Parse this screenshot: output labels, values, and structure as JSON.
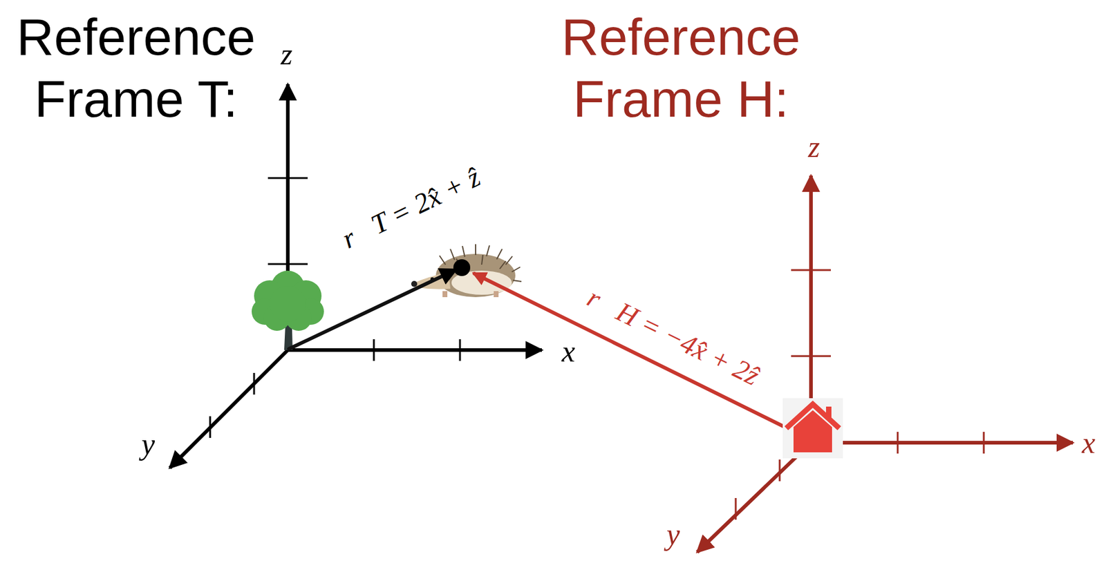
{
  "diagram": {
    "labels": [
      "Reference Frame T:",
      "z",
      "x",
      "y",
      "r⃗T = 2x̂ + ẑ",
      "Reference Frame H:",
      "z",
      "x",
      "y",
      "r⃗H = −4x̂ + 2ẑ"
    ]
  }
}
